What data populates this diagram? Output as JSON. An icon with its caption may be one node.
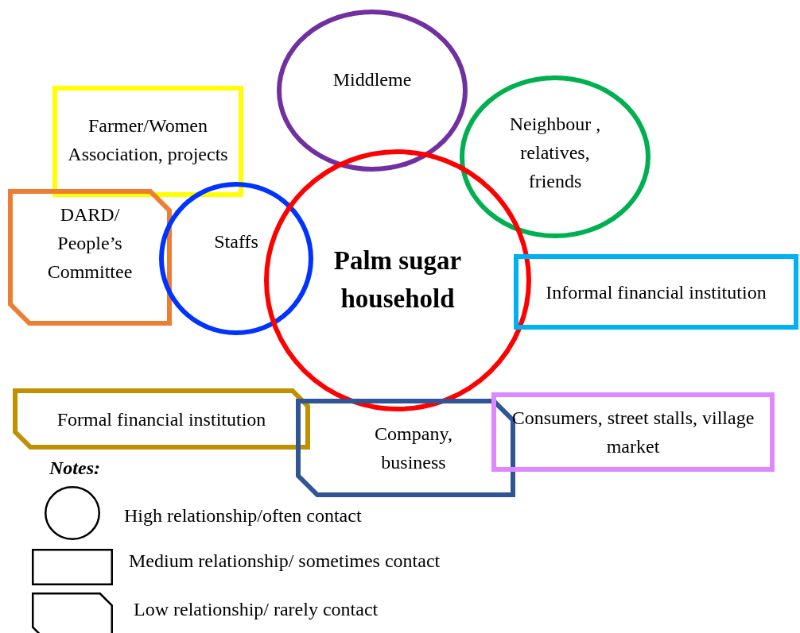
{
  "diagram": {
    "nodes": [
      {
        "text": [
          "Middleme"
        ]
      },
      {
        "text": [
          "Neighbour , relatives, friends"
        ]
      },
      {
        "text": [
          "Farmer/Women Association, projects"
        ]
      },
      {
        "text": [
          "DARD/ People’s Committee"
        ]
      },
      {
        "text": [
          "Staffs"
        ]
      },
      {
        "text": [
          "Palm sugar household"
        ]
      },
      {
        "text": [
          "Informal financial institution"
        ]
      },
      {
        "text": [
          "Formal financial institution"
        ]
      },
      {
        "text": [
          "Company, business"
        ]
      },
      {
        "text": [
          "Consumers, street stalls, village market"
        ]
      }
    ],
    "labels": [
      "Notes:"
    ],
    "legend": [
      {
        "text": "High relationship/often contact"
      },
      {
        "text": "Medium relationship/ sometimes contact"
      },
      {
        "text": "Low relationship/ rarely contact"
      }
    ]
  }
}
